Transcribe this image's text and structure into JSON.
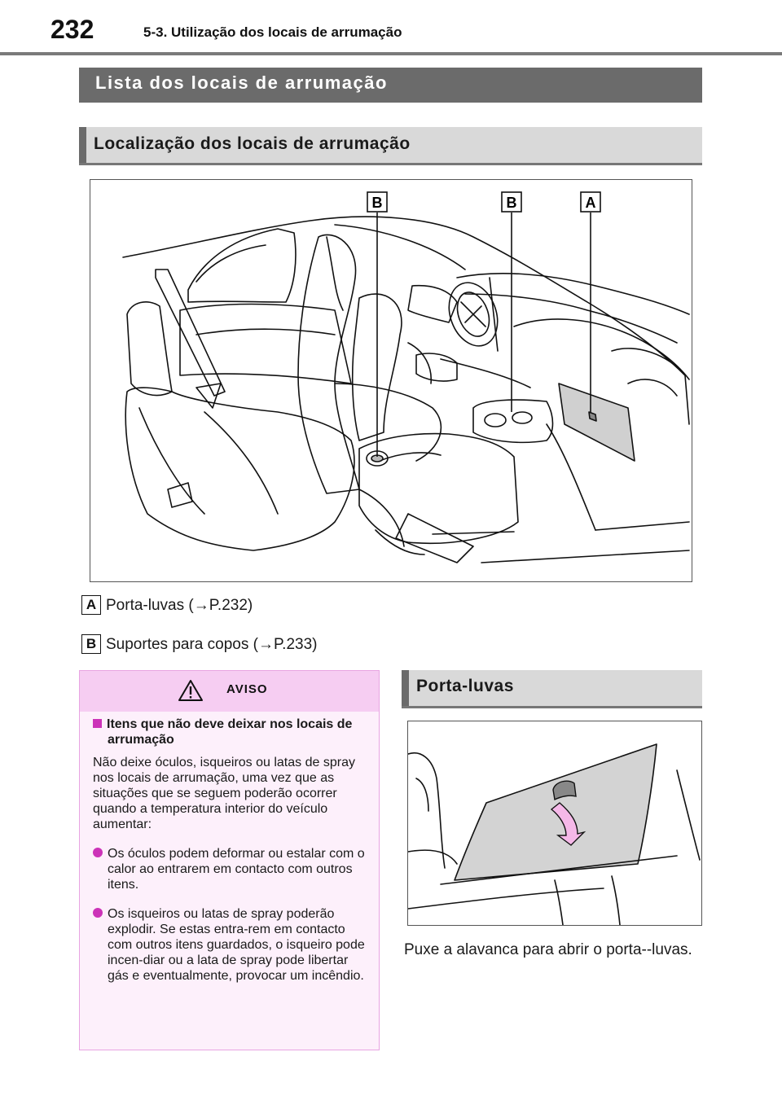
{
  "header": {
    "page_number": "232",
    "section": "5-3. Utilização dos locais de arrumação"
  },
  "section_title": "Lista dos locais de arrumação",
  "subsection_title": "Localização dos locais de arrumação",
  "figure1": {
    "callouts": [
      "B",
      "B",
      "A"
    ]
  },
  "legend": [
    {
      "letter": "A",
      "text": "Porta-luvas (→P.232)"
    },
    {
      "letter": "B",
      "text": "Suportes para copos (→P.233)"
    }
  ],
  "warning": {
    "title": "AVISO",
    "heading": "Itens que não deve deixar nos locais de arrumação",
    "intro": "Não deixe óculos, isqueiros ou latas de spray nos locais de arrumação, uma vez que as situações que se seguem poderão ocorrer quando a temperatura interior do veículo aumentar:",
    "bullets": [
      "Os óculos podem deformar ou estalar com o calor ao entrarem em contacto com outros itens.",
      "Os isqueiros ou latas de spray poderão explodir. Se estas entra-rem em contacto com outros itens guardados, o isqueiro pode incen-diar ou a lata de spray pode libertar gás e eventualmente, provocar um incêndio."
    ]
  },
  "glovebox": {
    "title": "Porta-luvas",
    "text": "Puxe a alavanca para abrir o porta--luvas."
  },
  "colors": {
    "warning_accent": "#cc33b8",
    "warning_bg": "#fdf0fb",
    "bar_dark": "#6b6b6b",
    "bar_light": "#d9d9d9"
  }
}
